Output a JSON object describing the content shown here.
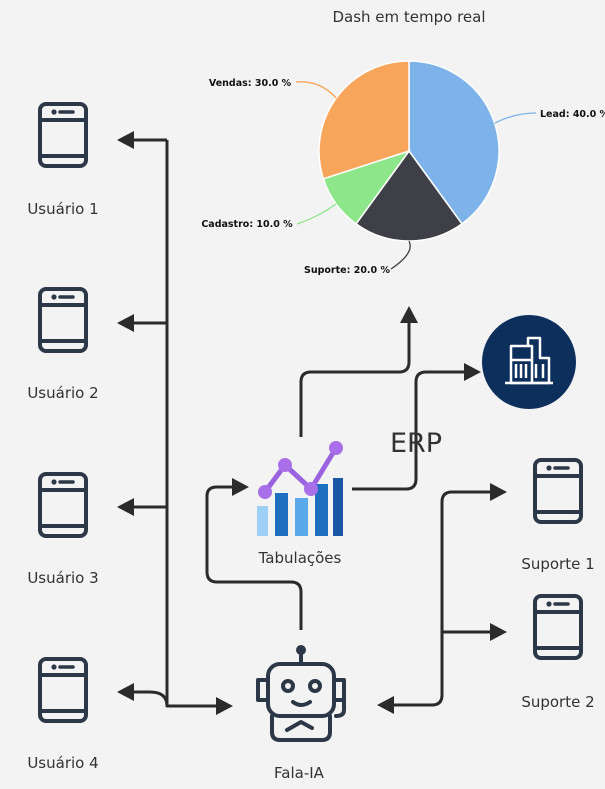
{
  "chart_data": {
    "type": "pie",
    "title": "Dash em tempo real",
    "slices": [
      {
        "label": "Lead",
        "value": 40.0,
        "display": "Lead: 40.0 %",
        "color": "#7db3e8"
      },
      {
        "label": "Suporte",
        "value": 20.0,
        "display": "Suporte: 20.0 %",
        "color": "#3f4047"
      },
      {
        "label": "Cadastro",
        "value": 10.0,
        "display": "Cadastro: 10.0 %",
        "color": "#8ee68a"
      },
      {
        "label": "Vendas",
        "value": 30.0,
        "display": "Vendas: 30.0 %",
        "color": "#f7a55a"
      }
    ]
  },
  "users": [
    {
      "label": "Usuário 1",
      "icon": "smartphone-icon"
    },
    {
      "label": "Usuário 2",
      "icon": "smartphone-icon"
    },
    {
      "label": "Usuário 3",
      "icon": "smartphone-icon"
    },
    {
      "label": "Usuário 4",
      "icon": "smartphone-icon"
    }
  ],
  "support": [
    {
      "label": "Suporte 1",
      "icon": "smartphone-icon"
    },
    {
      "label": "Suporte 2",
      "icon": "smartphone-icon"
    }
  ],
  "bot": {
    "label": "Fala-IA",
    "icon": "robot-icon"
  },
  "tabulation": {
    "label": "Tabulações",
    "icon": "bar-line-chart-icon"
  },
  "erp": {
    "label": "ERP",
    "icon": "erp-building-icon",
    "color": "#0d2f5c"
  },
  "colors": {
    "line": "#2b2b2b",
    "phone": "#2c3848"
  }
}
